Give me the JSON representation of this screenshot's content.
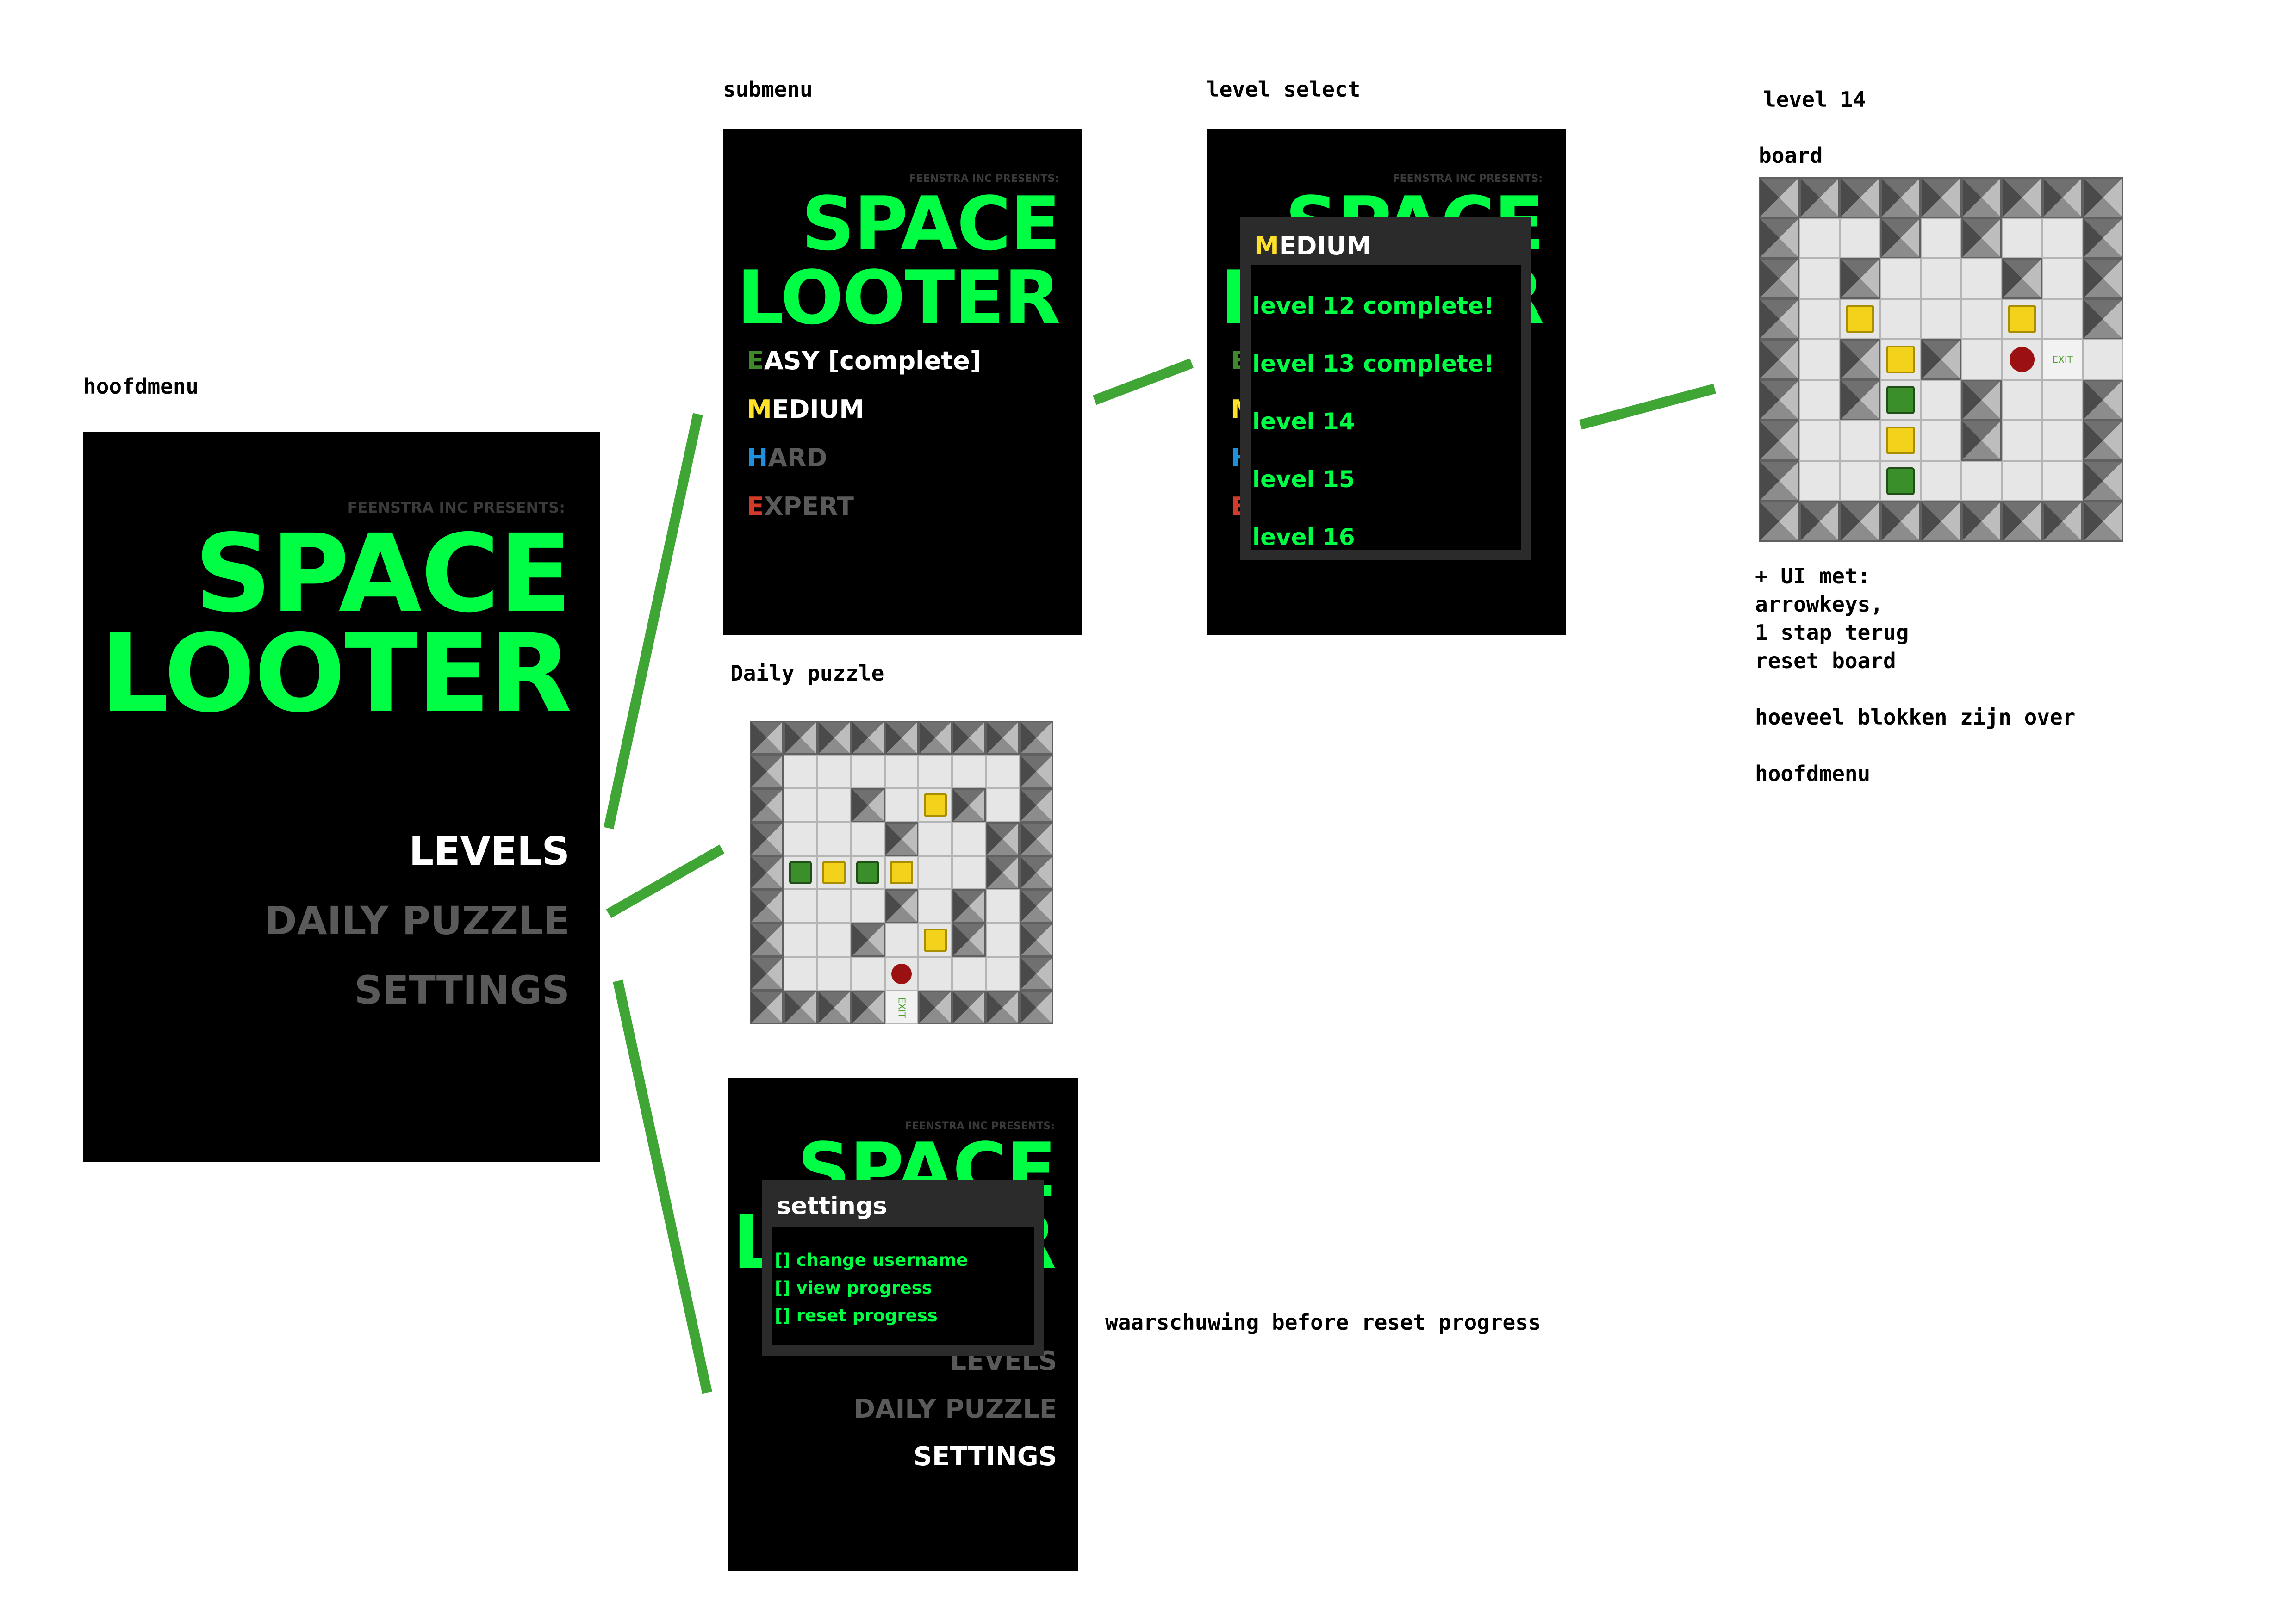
{
  "labels": {
    "hoofdmenu": "hoofdmenu",
    "submenu": "submenu",
    "level_select": "level select",
    "level14": "level 14",
    "board": "board",
    "daily": "Daily puzzle",
    "warning": "waarschuwing before reset progress"
  },
  "notes": [
    "+ UI met:",
    "arrowkeys,",
    "1 stap terug",
    "reset board",
    "",
    "hoeveel blokken zijn over",
    "",
    "hoofdmenu"
  ],
  "title": {
    "presents": "FEENSTRA INC PRESENTS:",
    "line1": "SPACE",
    "line2": "LOOTER"
  },
  "main_menu": {
    "levels": "LEVELS",
    "daily": "DAILY PUZZLE",
    "settings": "SETTINGS"
  },
  "difficulty": [
    {
      "initial": "E",
      "rest": "ASY [complete]",
      "color": "#3e8a2a"
    },
    {
      "initial": "M",
      "rest": "EDIUM",
      "color": "#ffe02a"
    },
    {
      "initial": "H",
      "rest": "ARD",
      "color": "#1e90e0"
    },
    {
      "initial": "E",
      "rest": "XPERT",
      "color": "#d23a2a"
    }
  ],
  "level_popup": {
    "title_initial": "M",
    "title_rest": "EDIUM",
    "levels": [
      "level 12 complete!",
      "level 13 complete!",
      "level 14",
      "level 15",
      "level 16"
    ]
  },
  "settings_popup": {
    "title": "settings",
    "items": [
      "[] change username",
      "[] view progress",
      "[] reset progress"
    ]
  },
  "colors": {
    "title_green": "#00ff44",
    "connector": "#3fa535",
    "menu_active": "#ffffff",
    "menu_inactive": "#5a5a5a"
  },
  "boards": {
    "level14": {
      "exit_label": "EXIT",
      "rows": [
        "WWWWWWWWW",
        "W..W.W..W",
        "W.W...W.W",
        "W.G...G.W",
        "W.WGW.BE.",
        "W.WA.W..W",
        "W..G.W..W",
        "W..A....W",
        "WWWWWWWWW"
      ]
    },
    "daily": {
      "exit_label": "EXIT",
      "rows": [
        "WWWWWWWWW",
        "W.......W",
        "W..W.GW.W",
        "W...W..WW",
        "WAGAG..WW",
        "W...W.W.W",
        "W..W.GW.W",
        "W...B...W",
        "WWWWEWWWW"
      ]
    }
  }
}
